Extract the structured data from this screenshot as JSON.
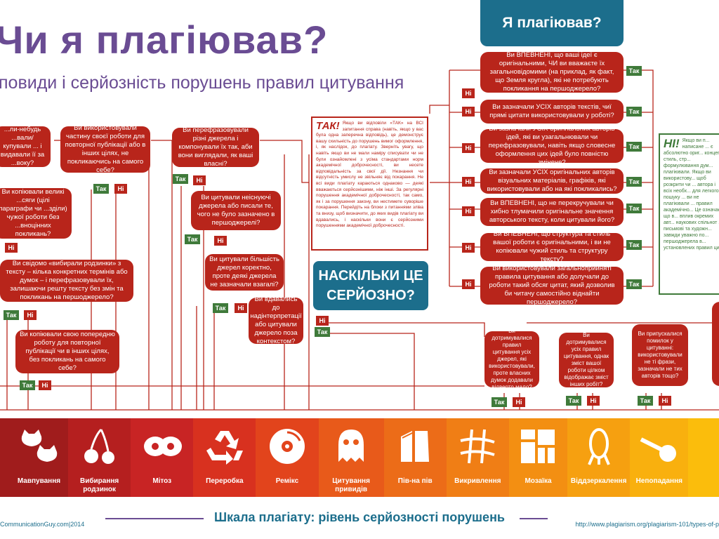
{
  "header": {
    "title": "Чи я плагіював?",
    "subtitle": "повиди і серйозність порушень правил цитування"
  },
  "tabs": {
    "top": "Я плагіював?",
    "mid": "НАСКІЛЬКИ ЦЕ СЕРЙОЗНО?"
  },
  "answers": {
    "yes": "Так",
    "no": "Ні"
  },
  "left_questions": [
    "...ли-небудь ...вали/купували ... і видавали її за ...воку?",
    "Ви використовували частину своєї роботи для повторної публікації або в інших цілях, не покликаючись на самого себе?",
    "Ви перефразовували різні джерела і компонували їх так, аби вони виглядали, як ваші власні?",
    "Ви копіювали великі ...сяги (цілі параграфи чи ...зділи) чужої роботи без ...вноцінних покликань?",
    "Ви цитували неіснуючі джерела або писали те, чого не було зазначено в першоджерелі?",
    "Ви свідомо «вибирали родзинки» з тексту – кілька конкретних термінів або думок – і перефразовували їх, залишаючи решту тексту без змін та покликань на першоджерело?",
    "Ви цитували більшість джерел коректно, проте деякі джерела не зазначали взагалі?",
    "Ви вдавались до надінтерпретації або цитували джерело поза контекстом?",
    "Ви копіювали свою попередню роботу для повторної публікації чи в інших цілях, без покликань на самого себе?"
  ],
  "right_questions": [
    "Ви ВПЕВНЕНІ, що ваші ідеї є оригінальними, ЧИ ви вважаєте їх загальновідомими (на приклад, як факт, що Земля кругла), які не потребують покликання на першоджерело?",
    "Ви зазначали УСІХ авторів текстів, чиї прямі цитати використовували у роботі?",
    "Ви зазначали УСІХ оригінальних авторів ідей, які ви узагальнювали чи перефразовували, навіть якщо словесне оформлення цих ідей було повністю змінене?",
    "Ви зазначали УСІХ оригінальних авторів візуальних матеріалів, графіків, які використовували або на які покликались?",
    "Ви ВПЕВНЕНІ, що не перекручували чи хибно тлумачили оригінальне значення авторського тексту, коли цитували його?",
    "Ви ВПЕВНЕНІ, що структура та стиль вашої роботи є оригінальними, і ви не копіювали чужий стиль та структуру тексту?",
    "Ви використовували загальноприйняті правила цитування або долучали до роботи такий обсяг цитат, який дозволив би читачу самостійно віднайти першоджерело?"
  ],
  "bottom_questions": [
    "Ви дотримувалися правил цитування усіх джерел, які використовували, проте власних думок додавали відверто мало?",
    "Ви дотримувалися усіх правил цитування, однак зміст вашої роботи цілком відображає зміст інших робіт?",
    "Ви припускалися помилок у цитуванні: використовували не ті фрази, зазначали не тих авторів тощо?"
  ],
  "yes_box": {
    "head": "ТАК!",
    "text": "Якщо ви відповіли «ТАК» на ВСІ запитання справа (навіть, якщо у вас була одна заперечна відповідь), це демонструє вашу схильність до порушень вимог оформлення, і, як наслідок, до плагіату. Зверніть увагу, що навіть якщо ви не мали наміру списувати чи не були ознайомлені з усіма стандартами норм академічної доброчесності, ви несете відповідальність за свої дії. Незнання чи відсутність умислу не звільняє від покарання. Не всі види плагіату караються однаково — деякі вважаються серйознішими, ніж інші. За регулярні порушення академічної доброчесності, так само, як і за порушення закону, ви нестимете суворіше покарання. Перейдіть на блоки з питаннями зліва та внизу, щоб визначити, до яких видів плагіату ви вдавались, і наскільки вони є серйозними порушеннями академічної доброчесності."
  },
  "no_box": {
    "head": "НІ!",
    "text": "Якщо ви п... написане ... є абсолютно ориг... концепт, стиль, стр... формулювання дум... плагіювали. Якщо ви використову... щоб розкрити чи ... автора і всіх необх... для легкого пошуку ... ви не плагіювали ... правил академічно... Це означає, що в... вплив окремих авт... наукових спільнот ... письмові та художн... завжди уважно по... першоджерела в... установлених правил ци..."
  },
  "scale": {
    "title": "Шкала плагіату: рівень серйозності порушень",
    "items": [
      {
        "label": "",
        "icon": "partial-icon",
        "color": "#a01c1c"
      },
      {
        "label": "Мавпування",
        "icon": "cats-icon",
        "color": "#a01c1c"
      },
      {
        "label": "Вибирання родзинок",
        "icon": "cherries-icon",
        "color": "#b51f1f"
      },
      {
        "label": "Мітоз",
        "icon": "mitosis-icon",
        "color": "#c82424"
      },
      {
        "label": "Переробка",
        "icon": "recycle-icon",
        "color": "#d8311f"
      },
      {
        "label": "Ремікс",
        "icon": "cd-icon",
        "color": "#e2441c"
      },
      {
        "label": "Цитування привидів",
        "icon": "ghost-icon",
        "color": "#e85a1a"
      },
      {
        "label": "Пів-на пів",
        "icon": "half-icon",
        "color": "#ec6c18"
      },
      {
        "label": "Викривлення",
        "icon": "hash-icon",
        "color": "#f07e15"
      },
      {
        "label": "Мозаїка",
        "icon": "mosaic-icon",
        "color": "#f38f12"
      },
      {
        "label": "Віддзеркалення",
        "icon": "mirror-icon",
        "color": "#f6a010"
      },
      {
        "label": "Непопадання",
        "icon": "miss-icon",
        "color": "#f9b00e"
      },
      {
        "label": "",
        "icon": "partial-icon",
        "color": "#fbbd0c"
      }
    ]
  },
  "footer": {
    "left": "CommunicationGuy.com|2014",
    "right": "http://www.plagiarism.org/plagiarism-101/types-of-p"
  }
}
